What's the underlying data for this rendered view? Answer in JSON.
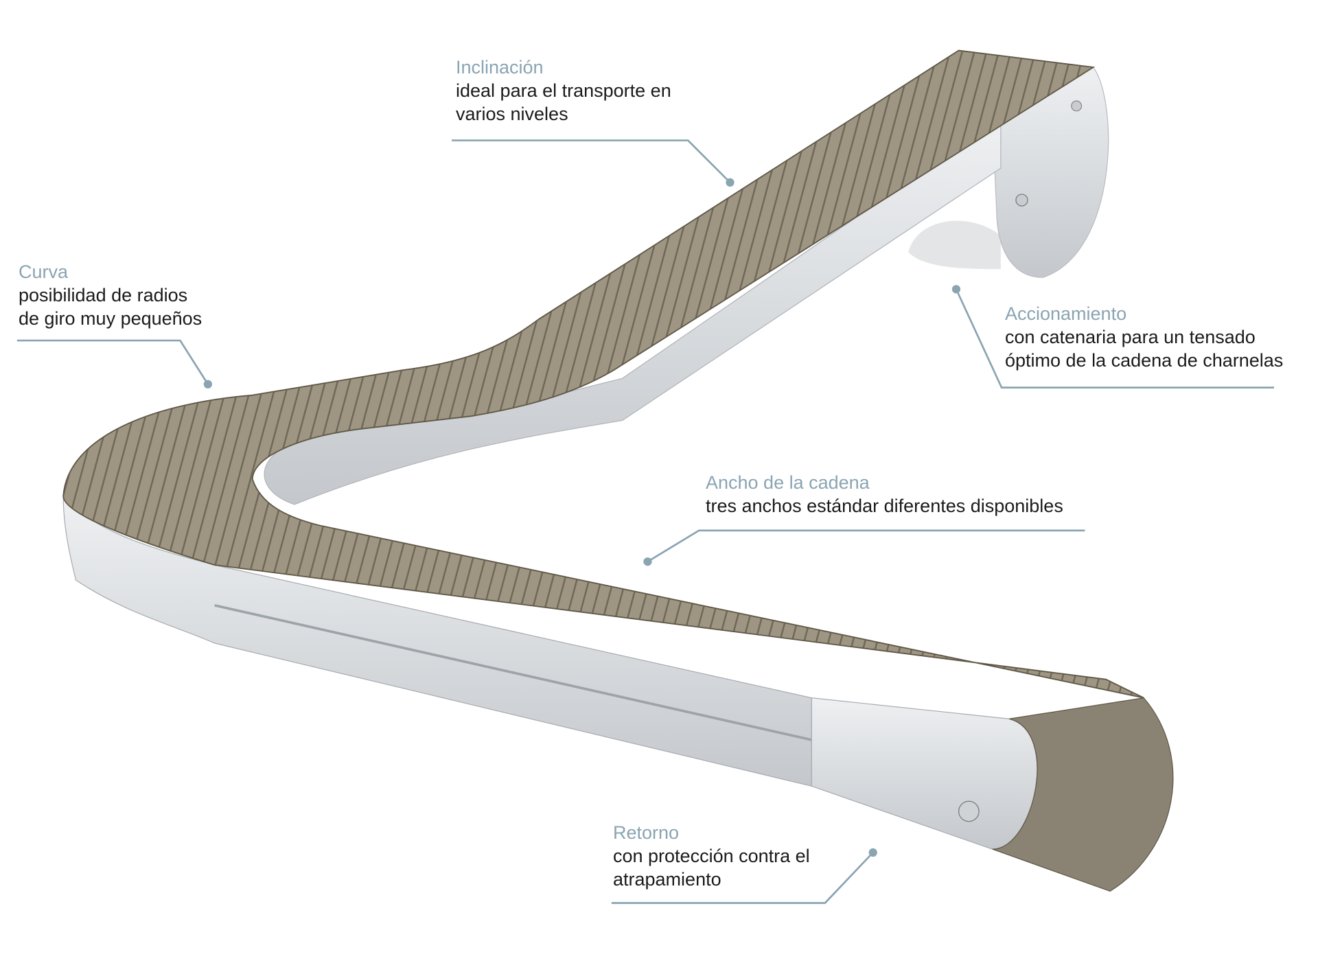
{
  "colors": {
    "accent": "#8aa4b2",
    "belt": "#9b927f",
    "frame": "#d9dcdf",
    "text": "#1a1a1a"
  },
  "callouts": [
    {
      "id": "inclinacion",
      "title": "Inclinación",
      "lines": [
        "ideal para el transporte en",
        "varios niveles"
      ]
    },
    {
      "id": "curva",
      "title": "Curva",
      "lines": [
        "posibilidad de radios",
        "de giro muy pequeños"
      ]
    },
    {
      "id": "accionamiento",
      "title": "Accionamiento",
      "lines": [
        "con catenaria para un tensado",
        "óptimo de la cadena de charnelas"
      ]
    },
    {
      "id": "ancho",
      "title": "Ancho de la cadena",
      "lines": [
        "tres anchos estándar diferentes disponibles"
      ]
    },
    {
      "id": "retorno",
      "title": "Retorno",
      "lines": [
        "con protección contra el",
        "atrapamiento"
      ]
    }
  ]
}
